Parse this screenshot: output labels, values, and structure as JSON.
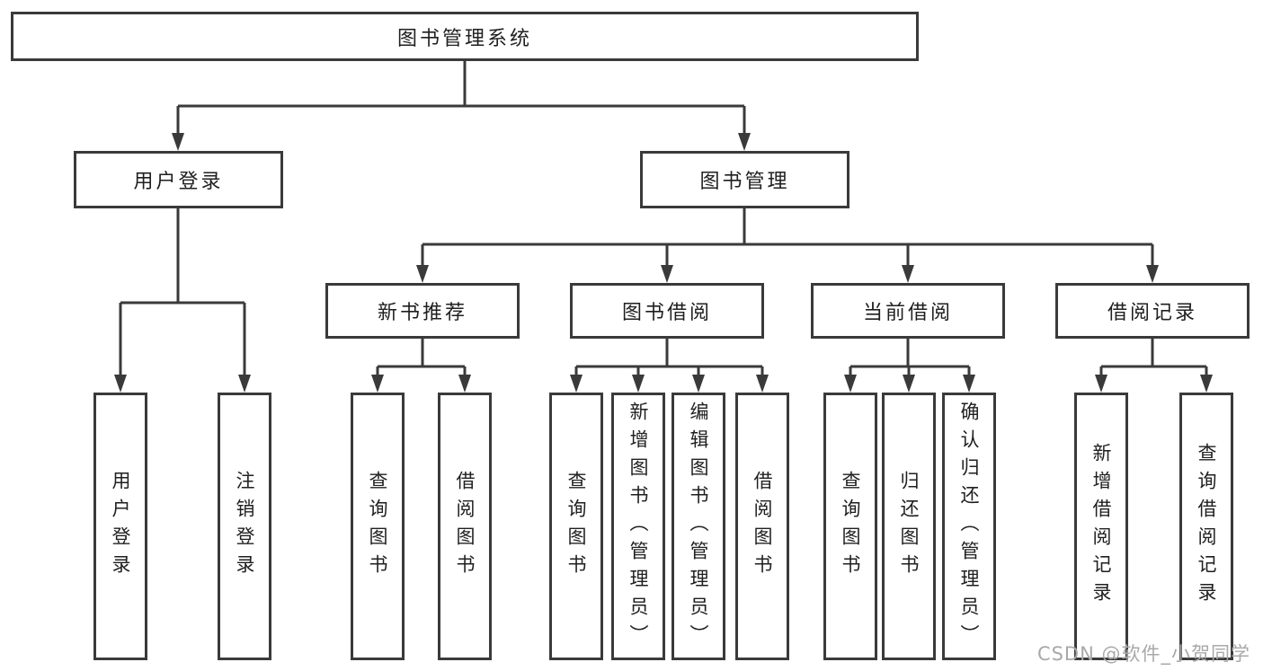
{
  "diagram": {
    "root": "图书管理系统",
    "level2": {
      "user_login": "用户登录",
      "book_management": "图书管理"
    },
    "level3": {
      "new_book_recommend": "新书推荐",
      "book_borrowing": "图书借阅",
      "current_borrowing": "当前借阅",
      "borrowing_records": "借阅记录"
    },
    "leaves": {
      "user_login": [
        "用户登录",
        "注销登录"
      ],
      "new_book_recommend": [
        "查询图书",
        "借阅图书"
      ],
      "book_borrowing": [
        "查询图书",
        "新增图书（管理员）",
        "编辑图书（管理员）",
        "借阅图书"
      ],
      "current_borrowing": [
        "查询图书",
        "归还图书",
        "确认归还（管理员）"
      ],
      "borrowing_records": [
        "新增借阅记录",
        "查询借阅记录"
      ]
    }
  },
  "watermark": "CSDN @软件_小贺同学",
  "colors": {
    "line": "#3a3a3a",
    "text": "#1f1f1f",
    "box_fill": "#ffffff",
    "background": "#ffffff",
    "watermark": "#a9a9a9"
  }
}
